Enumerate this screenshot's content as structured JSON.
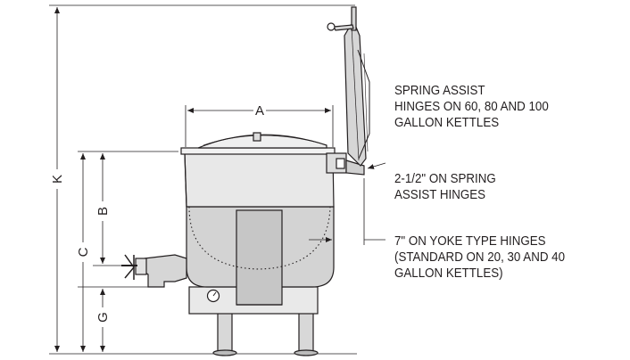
{
  "dimensions": {
    "A": "A",
    "B": "B",
    "C": "C",
    "G": "G",
    "K": "K"
  },
  "notes": {
    "spring_assist": [
      "SPRING ASSIST",
      "HINGES ON 60, 80 AND 100",
      "GALLON KETTLES"
    ],
    "spring_offset": [
      "2-1/2\" ON SPRING",
      "ASSIST HINGES"
    ],
    "yoke_offset": [
      "7\" ON YOKE TYPE HINGES",
      "(STANDARD ON 20, 30 AND 40",
      "GALLON KETTLES)"
    ]
  },
  "colors": {
    "line": "#231f20",
    "body_fill": "#e6e6e6",
    "jacket_fill": "#d2d2d2",
    "panel_fill": "#c4c4c4"
  }
}
